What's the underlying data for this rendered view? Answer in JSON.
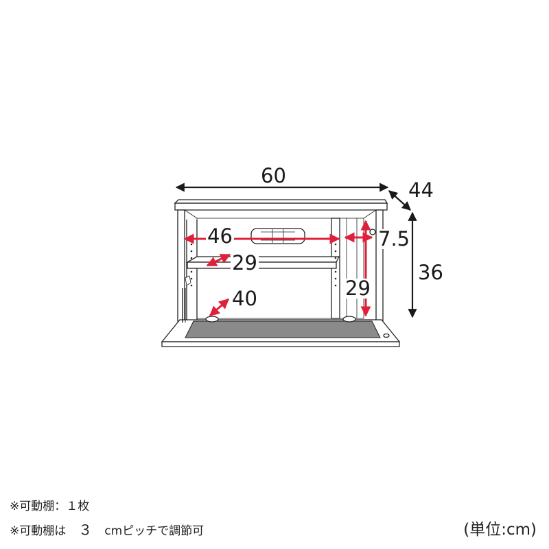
{
  "dimensions": {
    "width": "60",
    "depth": "44",
    "height": "36",
    "inner_width": "46",
    "shelf_depth": "29",
    "bottom_depth": "40",
    "side_gap": "7.5",
    "inner_height": "29"
  },
  "notes": {
    "line1": "※可動棚：１枚",
    "line2_prefix": "※可動棚は",
    "line2_value": "３",
    "line2_suffix": "cmピッチで調節可"
  },
  "unit_label": "(単位:cm)",
  "colors": {
    "dimension_line": "#1a1a1a",
    "inner_dimension_arrow": "#e0203a",
    "outline": "#222222",
    "floor_mat": "#8a8a8a"
  }
}
